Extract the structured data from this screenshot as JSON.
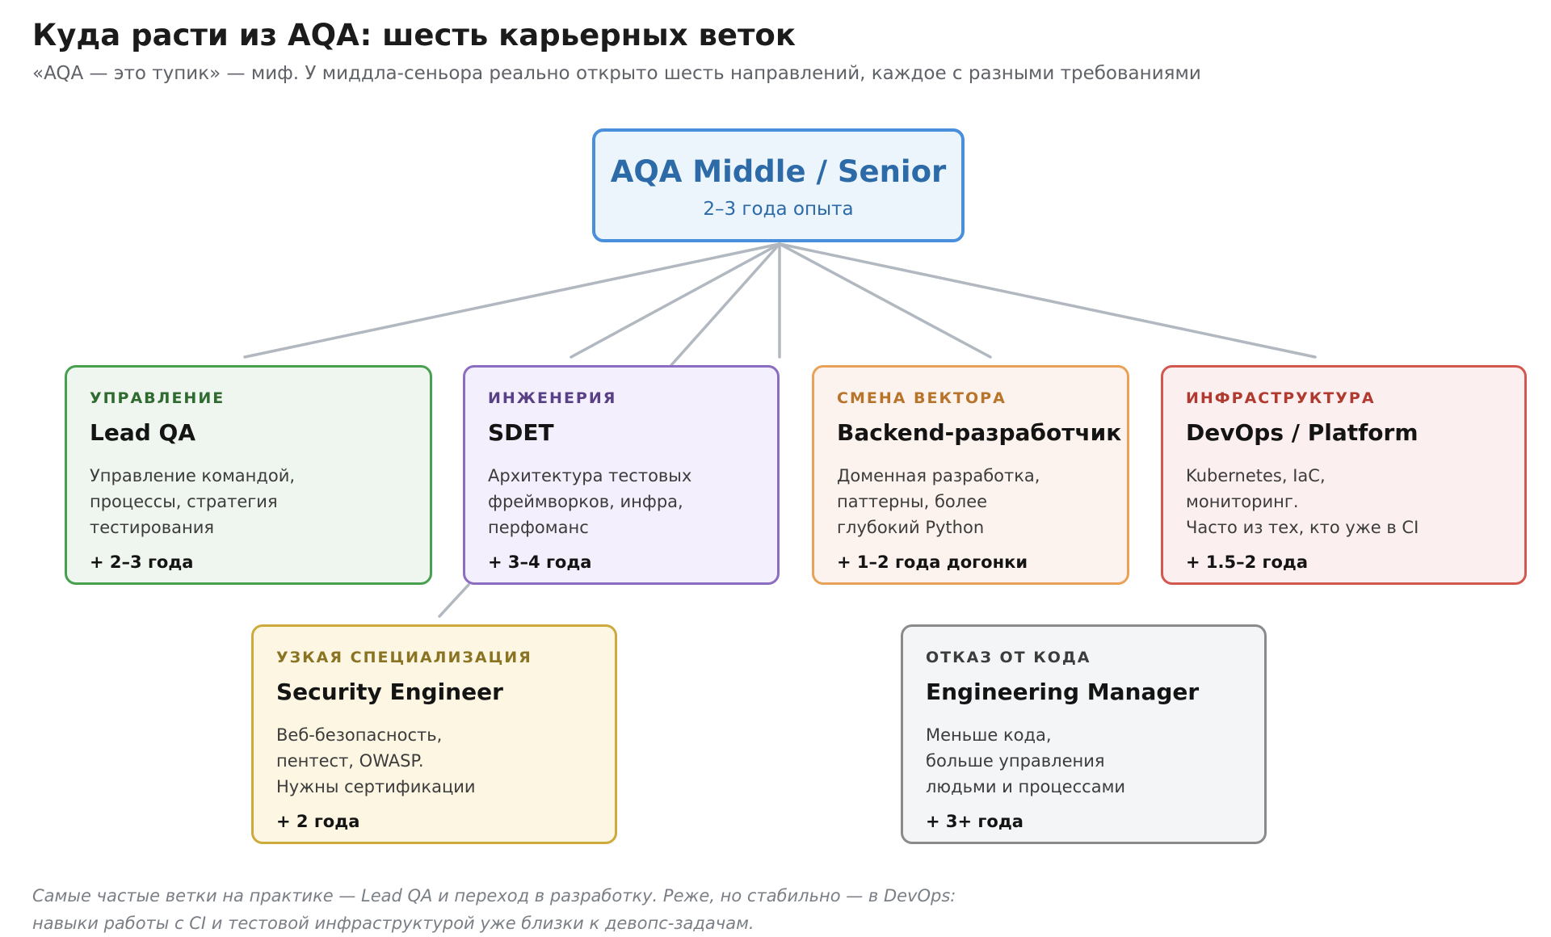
{
  "header": {
    "title": "Куда расти из AQA: шесть карьерных веток",
    "subtitle": "«AQA — это тупик» — миф. У миддла-сеньора реально открыто шесть направлений, каждое с разными требованиями"
  },
  "center": {
    "title": "AQA Middle / Senior",
    "subtitle": "2–3 года опыта",
    "border_color": "#4a8fdb",
    "fill_color": "#ecf4fc"
  },
  "branches": [
    {
      "category": "УПРАВЛЕНИЕ",
      "title": "Lead QA",
      "description": [
        "Управление командой,",
        "процессы, стратегия",
        "тестирования"
      ],
      "time": "+ 2–3 года",
      "border_color": "#46a04e",
      "fill_color": "#eff6ef",
      "category_color": "#2f6b30"
    },
    {
      "category": "ИНЖЕНЕРИЯ",
      "title": "SDET",
      "description": [
        "Архитектура тестовых",
        "фреймворков, инфра,",
        "перфоманс"
      ],
      "time": "+ 3–4 года",
      "border_color": "#8a6cc0",
      "fill_color": "#f4effc",
      "category_color": "#5a4186"
    },
    {
      "category": "СМЕНА ВЕКТОРА",
      "title": "Backend-разработчик",
      "description": [
        "Доменная разработка,",
        "паттерны, более",
        "глубокий Python"
      ],
      "time": "+ 1–2 года догонки",
      "border_color": "#e8a157",
      "fill_color": "#fdf3ee",
      "category_color": "#b8742a"
    },
    {
      "category": "ИНФРАСТРУКТУРА",
      "title": "DevOps / Platform",
      "description": [
        "Kubernetes, IaC,",
        "мониторинг.",
        "Часто из тех, кто уже в CI"
      ],
      "time": "+ 1.5–2 года",
      "border_color": "#d2574e",
      "fill_color": "#fcefef",
      "category_color": "#b03a30"
    },
    {
      "category": "УЗКАЯ СПЕЦИАЛИЗАЦИЯ",
      "title": "Security Engineer",
      "description": [
        "Веб-безопасность,",
        "пентест, OWASP.",
        "Нужны сертификации"
      ],
      "time": "+ 2 года",
      "border_color": "#cdaa3c",
      "fill_color": "#fdf6e3",
      "category_color": "#8a7424"
    },
    {
      "category": "ОТКАЗ ОТ КОДА",
      "title": "Engineering Manager",
      "description": [
        "Меньше кода,",
        "больше управления",
        "людьми и процессами"
      ],
      "time": "+ 3+ года",
      "border_color": "#8a8a8a",
      "fill_color": "#f3f5f7",
      "category_color": "#3c3c3c"
    }
  ],
  "footer": {
    "line1": "Самые частые ветки на практике — Lead QA и переход в разработку. Реже, но стабильно — в DevOps:",
    "line2": "навыки работы с CI и тестовой инфраструктурой уже близки к девопс-задачам."
  },
  "connector_color": "#b1b8c0"
}
